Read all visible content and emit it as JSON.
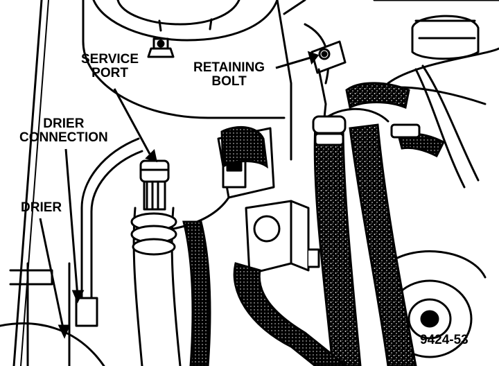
{
  "labels": {
    "service_port": [
      "SERVICE",
      "PORT"
    ],
    "retaining_bolt": [
      "RETAINING",
      "BOLT"
    ],
    "drier_connection": [
      "DRIER",
      "CONNECTION"
    ],
    "drier": "DRIER"
  },
  "figure_code": "9424-53",
  "colors": {
    "ink": "#000000",
    "paper": "#ffffff"
  }
}
